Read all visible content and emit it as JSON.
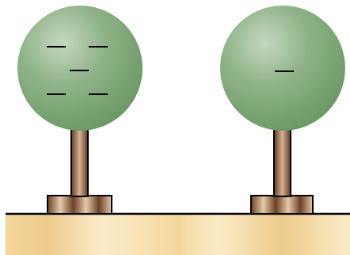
{
  "colors": {
    "background": "#ffffff",
    "ground_light": "#fbecc9",
    "ground_mid": "#f4d79e",
    "ground_dark": "#edcb8c",
    "ground_line": "#000000",
    "foliage_light": "#c5d8bf",
    "foliage_mid": "#8fb388",
    "foliage_dark": "#6a9863",
    "trunk_dark": "#5c3a22",
    "trunk_light": "#d8b394",
    "base_dark": "#6b4226",
    "base_light": "#e7c9a9",
    "outline": "#000000",
    "charge_mark": "#000000"
  },
  "trees": [
    {
      "label": "left-tree",
      "charge_symbol": "negative",
      "charge_count": 5
    },
    {
      "label": "right-tree",
      "charge_symbol": "negative",
      "charge_count": 1
    }
  ]
}
